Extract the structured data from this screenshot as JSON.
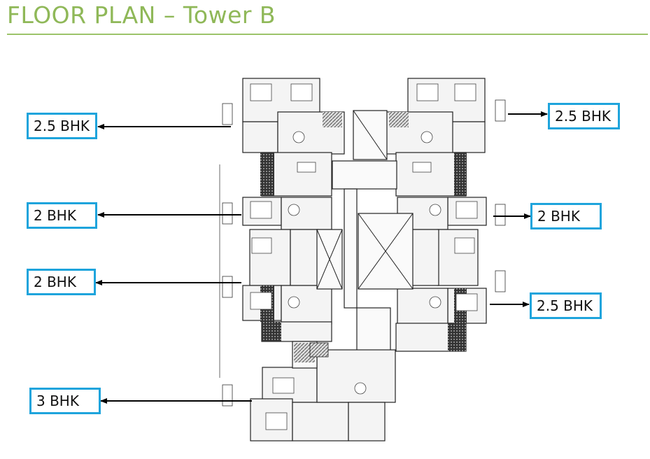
{
  "title": "FLOOR PLAN – Tower B",
  "colors": {
    "title": "#8fb858",
    "label_border": "#1ea4dc",
    "arrow": "#000000"
  },
  "labels": {
    "left_top": "2.5 BHK",
    "left_2": "2 BHK",
    "left_3": "2 BHK",
    "left_bottom": "3 BHK",
    "right_top": "2.5 BHK",
    "right_2": "2 BHK",
    "right_3": "2.5 BHK"
  }
}
